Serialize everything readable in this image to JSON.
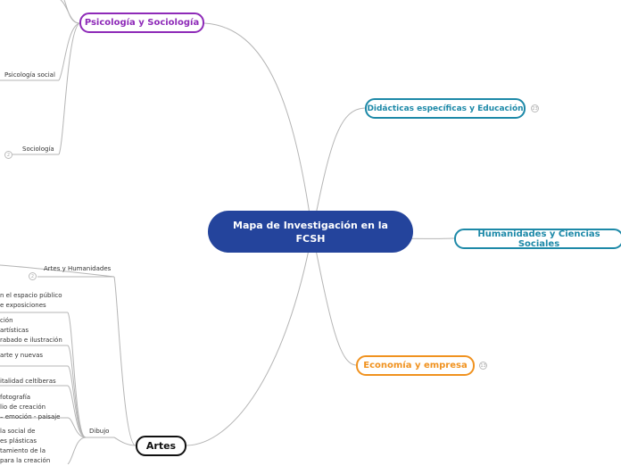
{
  "central": {
    "line1": "Mapa de Investigación en la",
    "line2": "FCSH"
  },
  "topics": {
    "psicologia": "Psicología y Sociología",
    "didacticas": "Didácticas específicas y Educación",
    "humanidades": "Humanidades y Ciencias Sociales",
    "economia": "Economía y empresa",
    "artes": "Artes"
  },
  "counts": {
    "didacticas": "23",
    "economia": "13",
    "sociologia": "2",
    "artes_humanidades": "2"
  },
  "subtopics": {
    "psicologia_social": "Psicología social",
    "sociologia": "Sociología",
    "artes_humanidades": "Artes y Humanidades",
    "dibujo": "Dibujo"
  },
  "leaves": [
    "n el espacio público",
    "e exposiciones",
    "ción",
    "artísticas",
    "rabado e ilustración",
    "arte y nuevas",
    "italidad celtíberas",
    " fotografía",
    "lio de creación",
    "– emoción - paisaje",
    "la social de",
    "es plásticas",
    "tamiento de la",
    "para la creación"
  ]
}
